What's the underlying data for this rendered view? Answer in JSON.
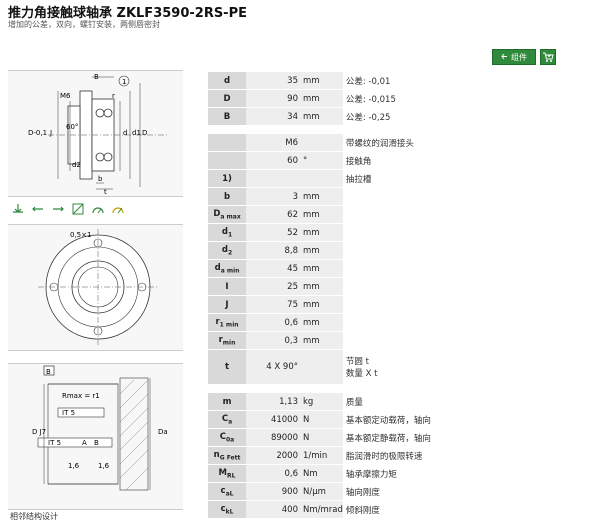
{
  "header": {
    "title": "推力角接触球轴承  ZKLF3590-2RS-PE",
    "subtitle": "增加的公差，双向，螺钉安装，两侧唇密封"
  },
  "toolbar": {
    "accessory_label": "组件",
    "accessory_icon": "arrow-left-icon",
    "cart_icon": "cart-check-icon"
  },
  "left": {
    "caption": "相邻结构设计",
    "icons": [
      "axial-load-left-icon",
      "axial-load-right-icon",
      "axial-load-both-icon",
      "rigidity-icon",
      "speed-icon",
      "high-speed-icon"
    ],
    "drawing1_labels": {
      "B": "B",
      "ref1": "1",
      "M6": "M6",
      "r": "r",
      "angle": "60°",
      "Dtol": "D-0,1",
      "J": "J",
      "d": "d",
      "d1": "d1",
      "D": "D",
      "d2": "d2",
      "b": "b",
      "t": "t"
    },
    "drawing2_labels": {
      "ref": "0,5×1"
    },
    "drawing3_labels": {
      "B": "B",
      "rmax": "Rmax = r1",
      "tol1": "IT 5",
      "tol2": "IT 5",
      "A": "A",
      "Bref": "B",
      "rough1": "1,6",
      "rough2": "1,6",
      "Da": "Da",
      "DJ7": "D J7"
    }
  },
  "props": [
    {
      "label": "d",
      "sub": "",
      "value": "35",
      "unit": "mm",
      "desc": "公差: -0,01"
    },
    {
      "label": "D",
      "sub": "",
      "value": "90",
      "unit": "mm",
      "desc": "公差: -0,015"
    },
    {
      "label": "B",
      "sub": "",
      "value": "34",
      "unit": "mm",
      "desc": "公差: -0,25"
    },
    {
      "gap": true
    },
    {
      "label": "",
      "sub": "",
      "value": "M6",
      "unit": "",
      "desc": "带螺纹的润滑接头"
    },
    {
      "label": "",
      "sub": "",
      "value": "60",
      "unit": "°",
      "desc": "接触角"
    },
    {
      "label": "1)",
      "sub": "",
      "value": "",
      "unit": "",
      "desc": "抽拉槽"
    },
    {
      "label": "b",
      "sub": "",
      "value": "3",
      "unit": "mm",
      "desc": ""
    },
    {
      "label": "D",
      "sub": "a max",
      "value": "62",
      "unit": "mm",
      "desc": ""
    },
    {
      "label": "d",
      "sub": "1",
      "value": "52",
      "unit": "mm",
      "desc": ""
    },
    {
      "label": "d",
      "sub": "2",
      "value": "8,8",
      "unit": "mm",
      "desc": ""
    },
    {
      "label": "d",
      "sub": "a min",
      "value": "45",
      "unit": "mm",
      "desc": ""
    },
    {
      "label": "I",
      "sub": "",
      "value": "25",
      "unit": "mm",
      "desc": ""
    },
    {
      "label": "J",
      "sub": "",
      "value": "75",
      "unit": "mm",
      "desc": ""
    },
    {
      "label": "r",
      "sub": "1 min",
      "value": "0,6",
      "unit": "mm",
      "desc": ""
    },
    {
      "label": "r",
      "sub": "min",
      "value": "0,3",
      "unit": "mm",
      "desc": ""
    },
    {
      "label": "t",
      "sub": "",
      "value": "4 X 90°",
      "unit": "",
      "desc": "节圆  t\n数量  X t",
      "tall": true
    },
    {
      "gap": true
    },
    {
      "label": "m",
      "sub": "",
      "value": "1,13",
      "unit": "kg",
      "desc": "质量"
    },
    {
      "label": "C",
      "sub": "a",
      "value": "41000",
      "unit": "N",
      "desc": "基本额定动载荷，轴向"
    },
    {
      "label": "C",
      "sub": "0a",
      "value": "89000",
      "unit": "N",
      "desc": "基本额定静载荷，轴向"
    },
    {
      "label": "n",
      "sub": "G Fett",
      "value": "2000",
      "unit": "1/min",
      "desc": "脂润滑时的极限转速"
    },
    {
      "label": "M",
      "sub": "RL",
      "value": "0,6",
      "unit": "Nm",
      "desc": "轴承摩擦力矩"
    },
    {
      "label": "c",
      "sub": "aL",
      "value": "900",
      "unit": "N/µm",
      "desc": "轴向刚度"
    },
    {
      "label": "c",
      "sub": "kL",
      "value": "400",
      "unit": "Nm/mrad",
      "desc": "倾斜刚度"
    }
  ]
}
